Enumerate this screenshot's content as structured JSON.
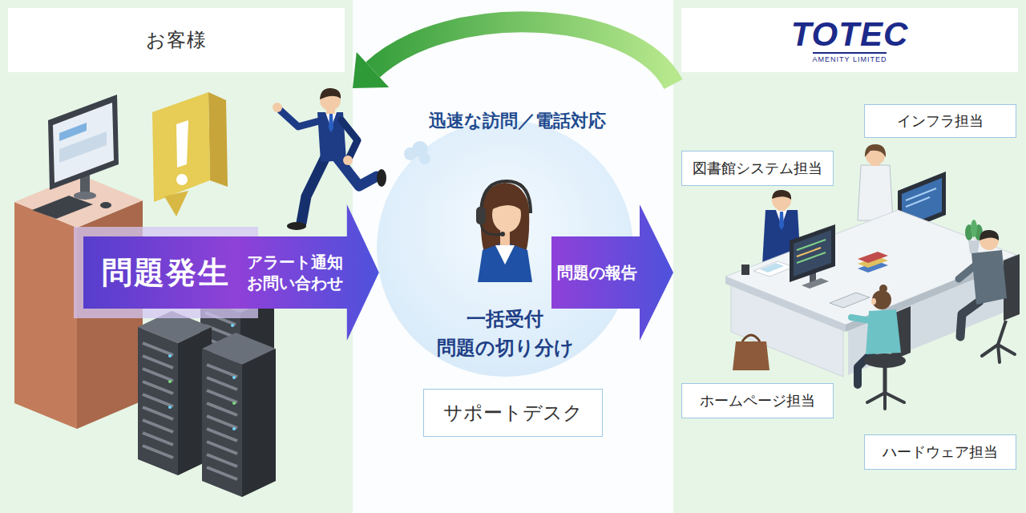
{
  "diagram": {
    "nodes": [
      {
        "text": [
          "お客様"
        ]
      },
      {
        "text": [
          "問題発生"
        ],
        "in": 0
      },
      {
        "text": [
          "一括受付 問題の切り分け"
        ]
      },
      {
        "text": [
          "サポートデスク"
        ]
      },
      {
        "text": [
          "TOTEC",
          "AMENITY LIMITED"
        ]
      },
      {
        "text": [
          "インフラ担当"
        ],
        "in": 4
      },
      {
        "text": [
          "図書館システム担当"
        ],
        "in": 4
      },
      {
        "text": [
          "ホームページ担当"
        ],
        "in": 4
      },
      {
        "text": [
          "ハードウェア担当"
        ],
        "in": 4
      }
    ],
    "edges": [
      {
        "from": 1,
        "to": 2,
        "arrow": "to",
        "label": "アラート通知 お問い合わせ"
      },
      {
        "from": 2,
        "to": 4,
        "arrow": "to",
        "label": "問題の報告"
      },
      {
        "from": 4,
        "to": 0,
        "arrow": "to",
        "label": "迅速な訪問／電話対応"
      }
    ]
  }
}
